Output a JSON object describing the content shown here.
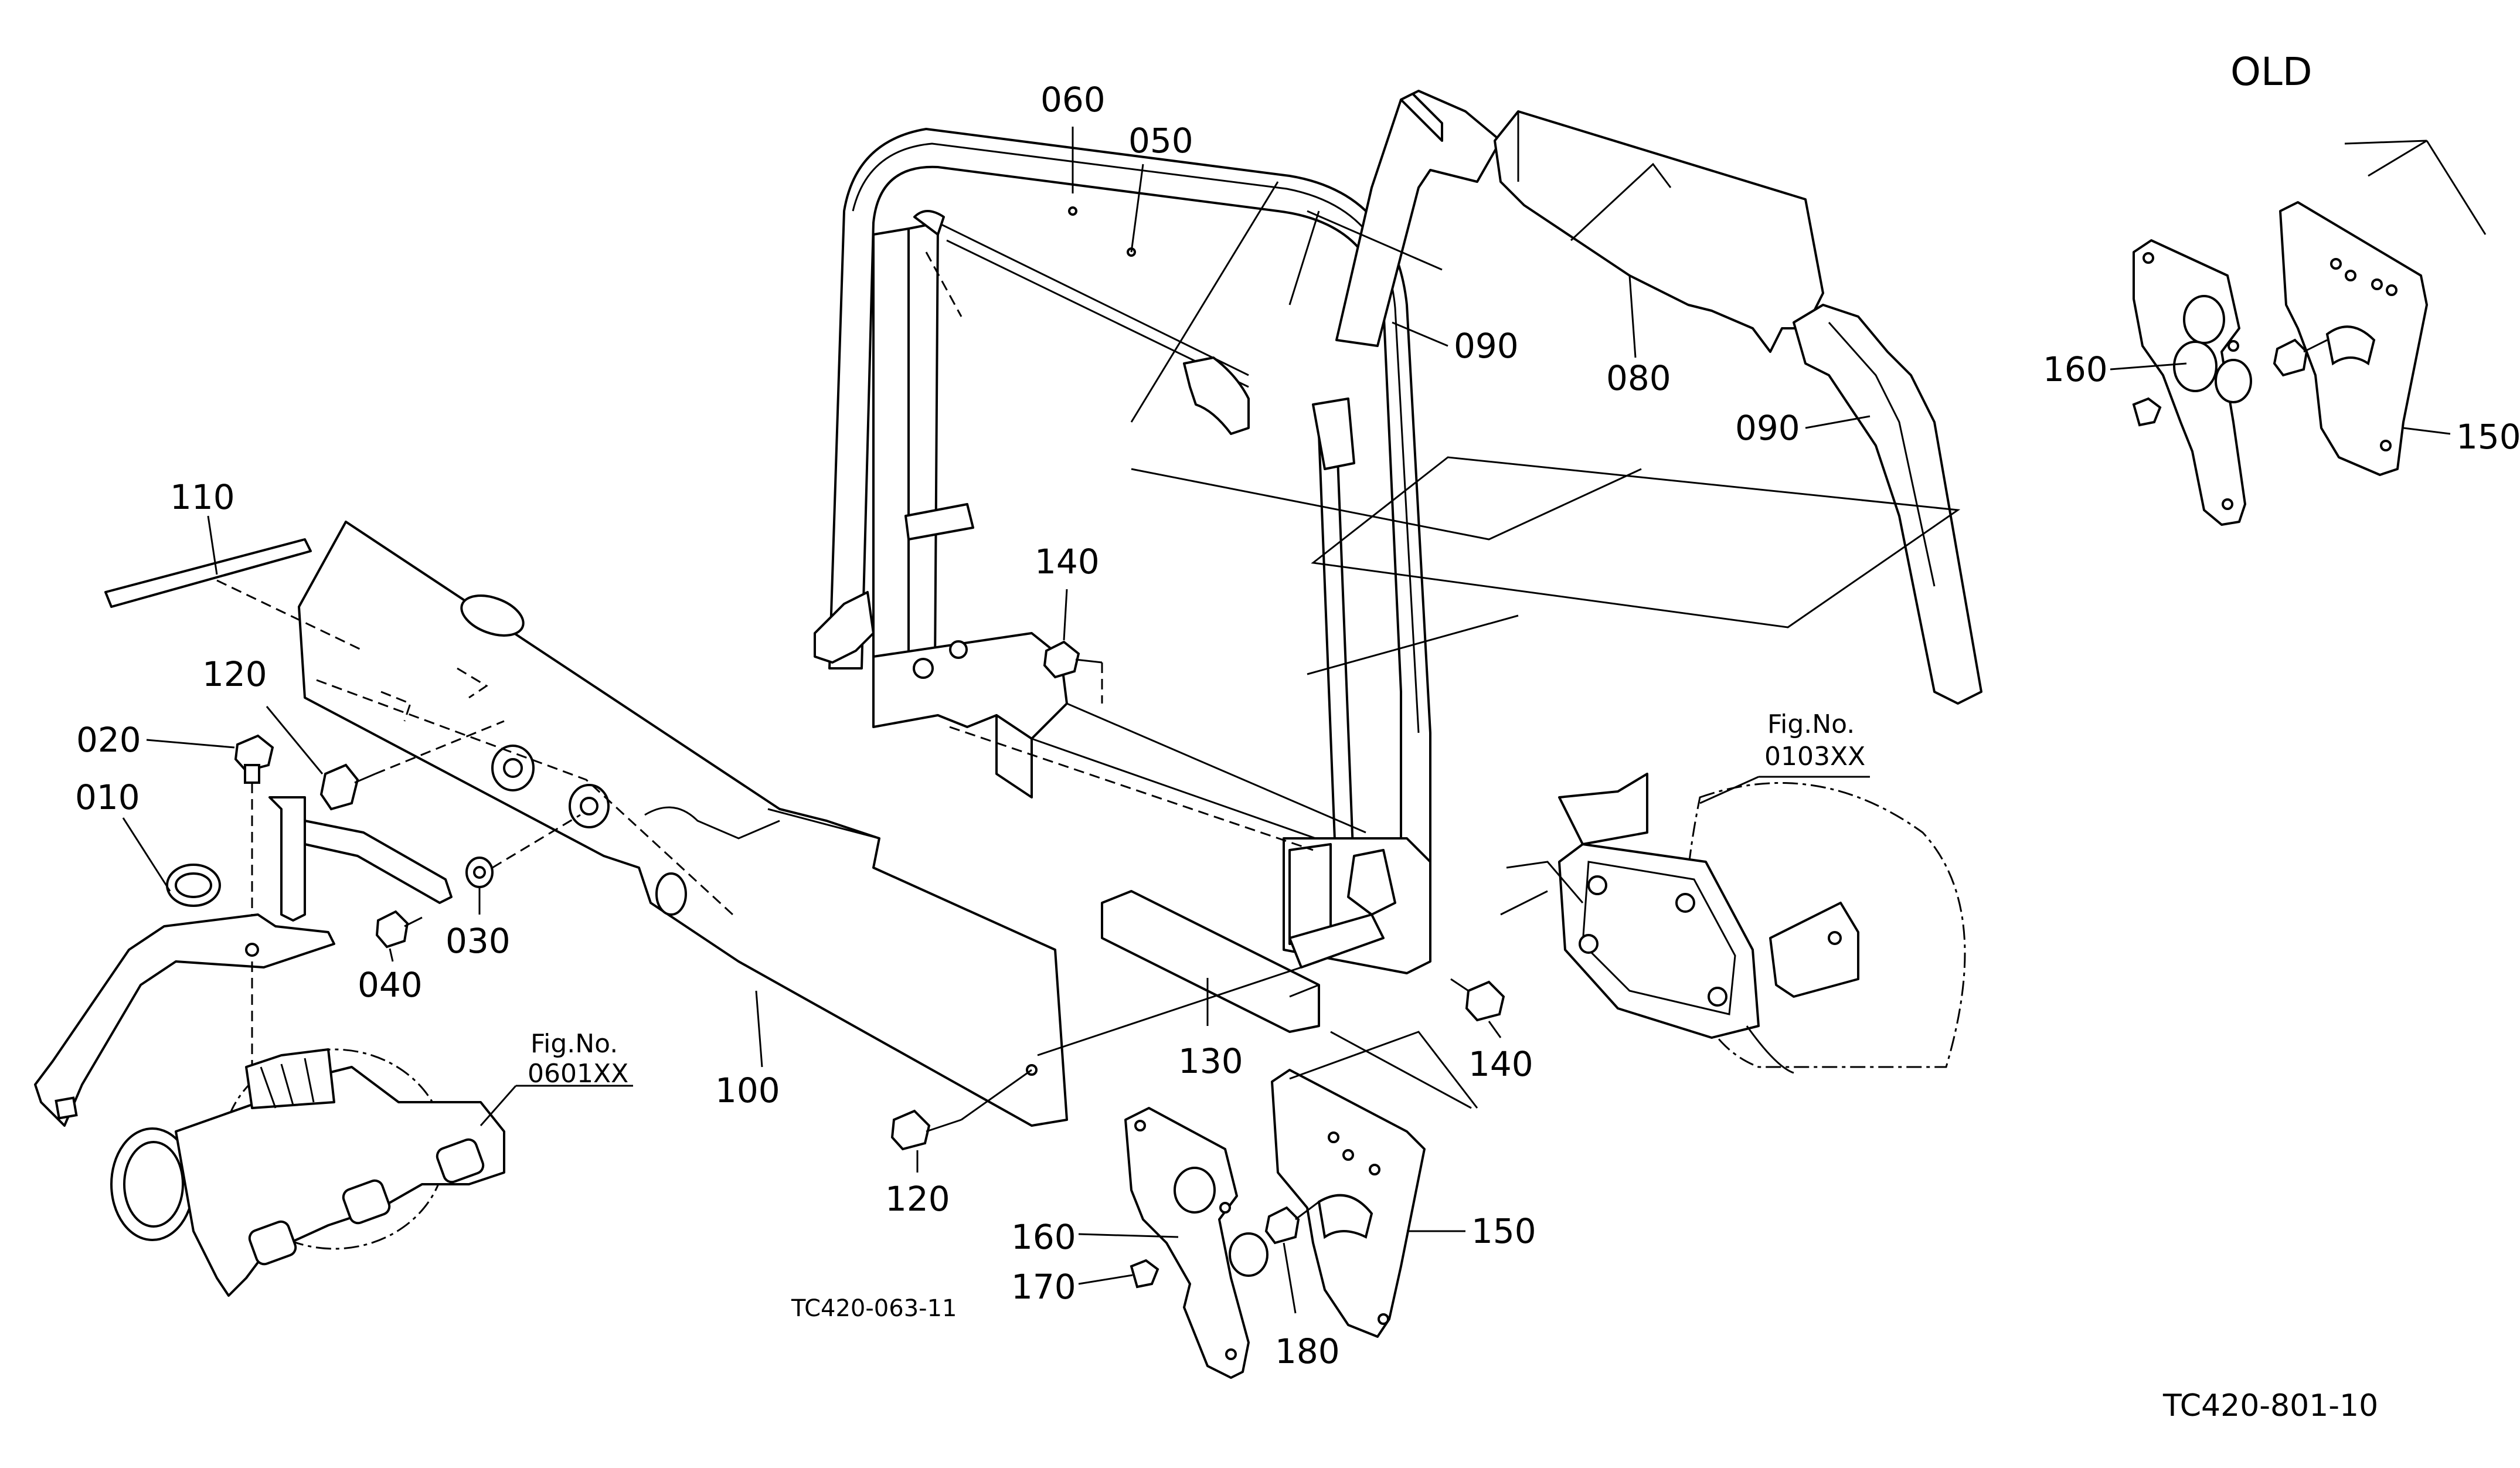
{
  "diagram": {
    "header_label": "OLD",
    "figure_code_main": "TC420-801-10",
    "figure_code_sub": "TC420-063-11",
    "cross_refs": [
      {
        "title": "Fig.No.",
        "code": "0103XX"
      },
      {
        "title": "Fig.No.",
        "code": "0601XX"
      }
    ],
    "part_labels": {
      "p010": "010",
      "p020": "020",
      "p030": "030",
      "p040": "040",
      "p050": "050",
      "p060": "060",
      "p080": "080",
      "p090_a": "090",
      "p090_b": "090",
      "p100": "100",
      "p110": "110",
      "p120_a": "120",
      "p120_b": "120",
      "p130": "130",
      "p140_a": "140",
      "p140_b": "140",
      "p150_a": "150",
      "p150_b": "150",
      "p160_a": "160",
      "p160_b": "160",
      "p170": "170",
      "p180": "180"
    }
  }
}
